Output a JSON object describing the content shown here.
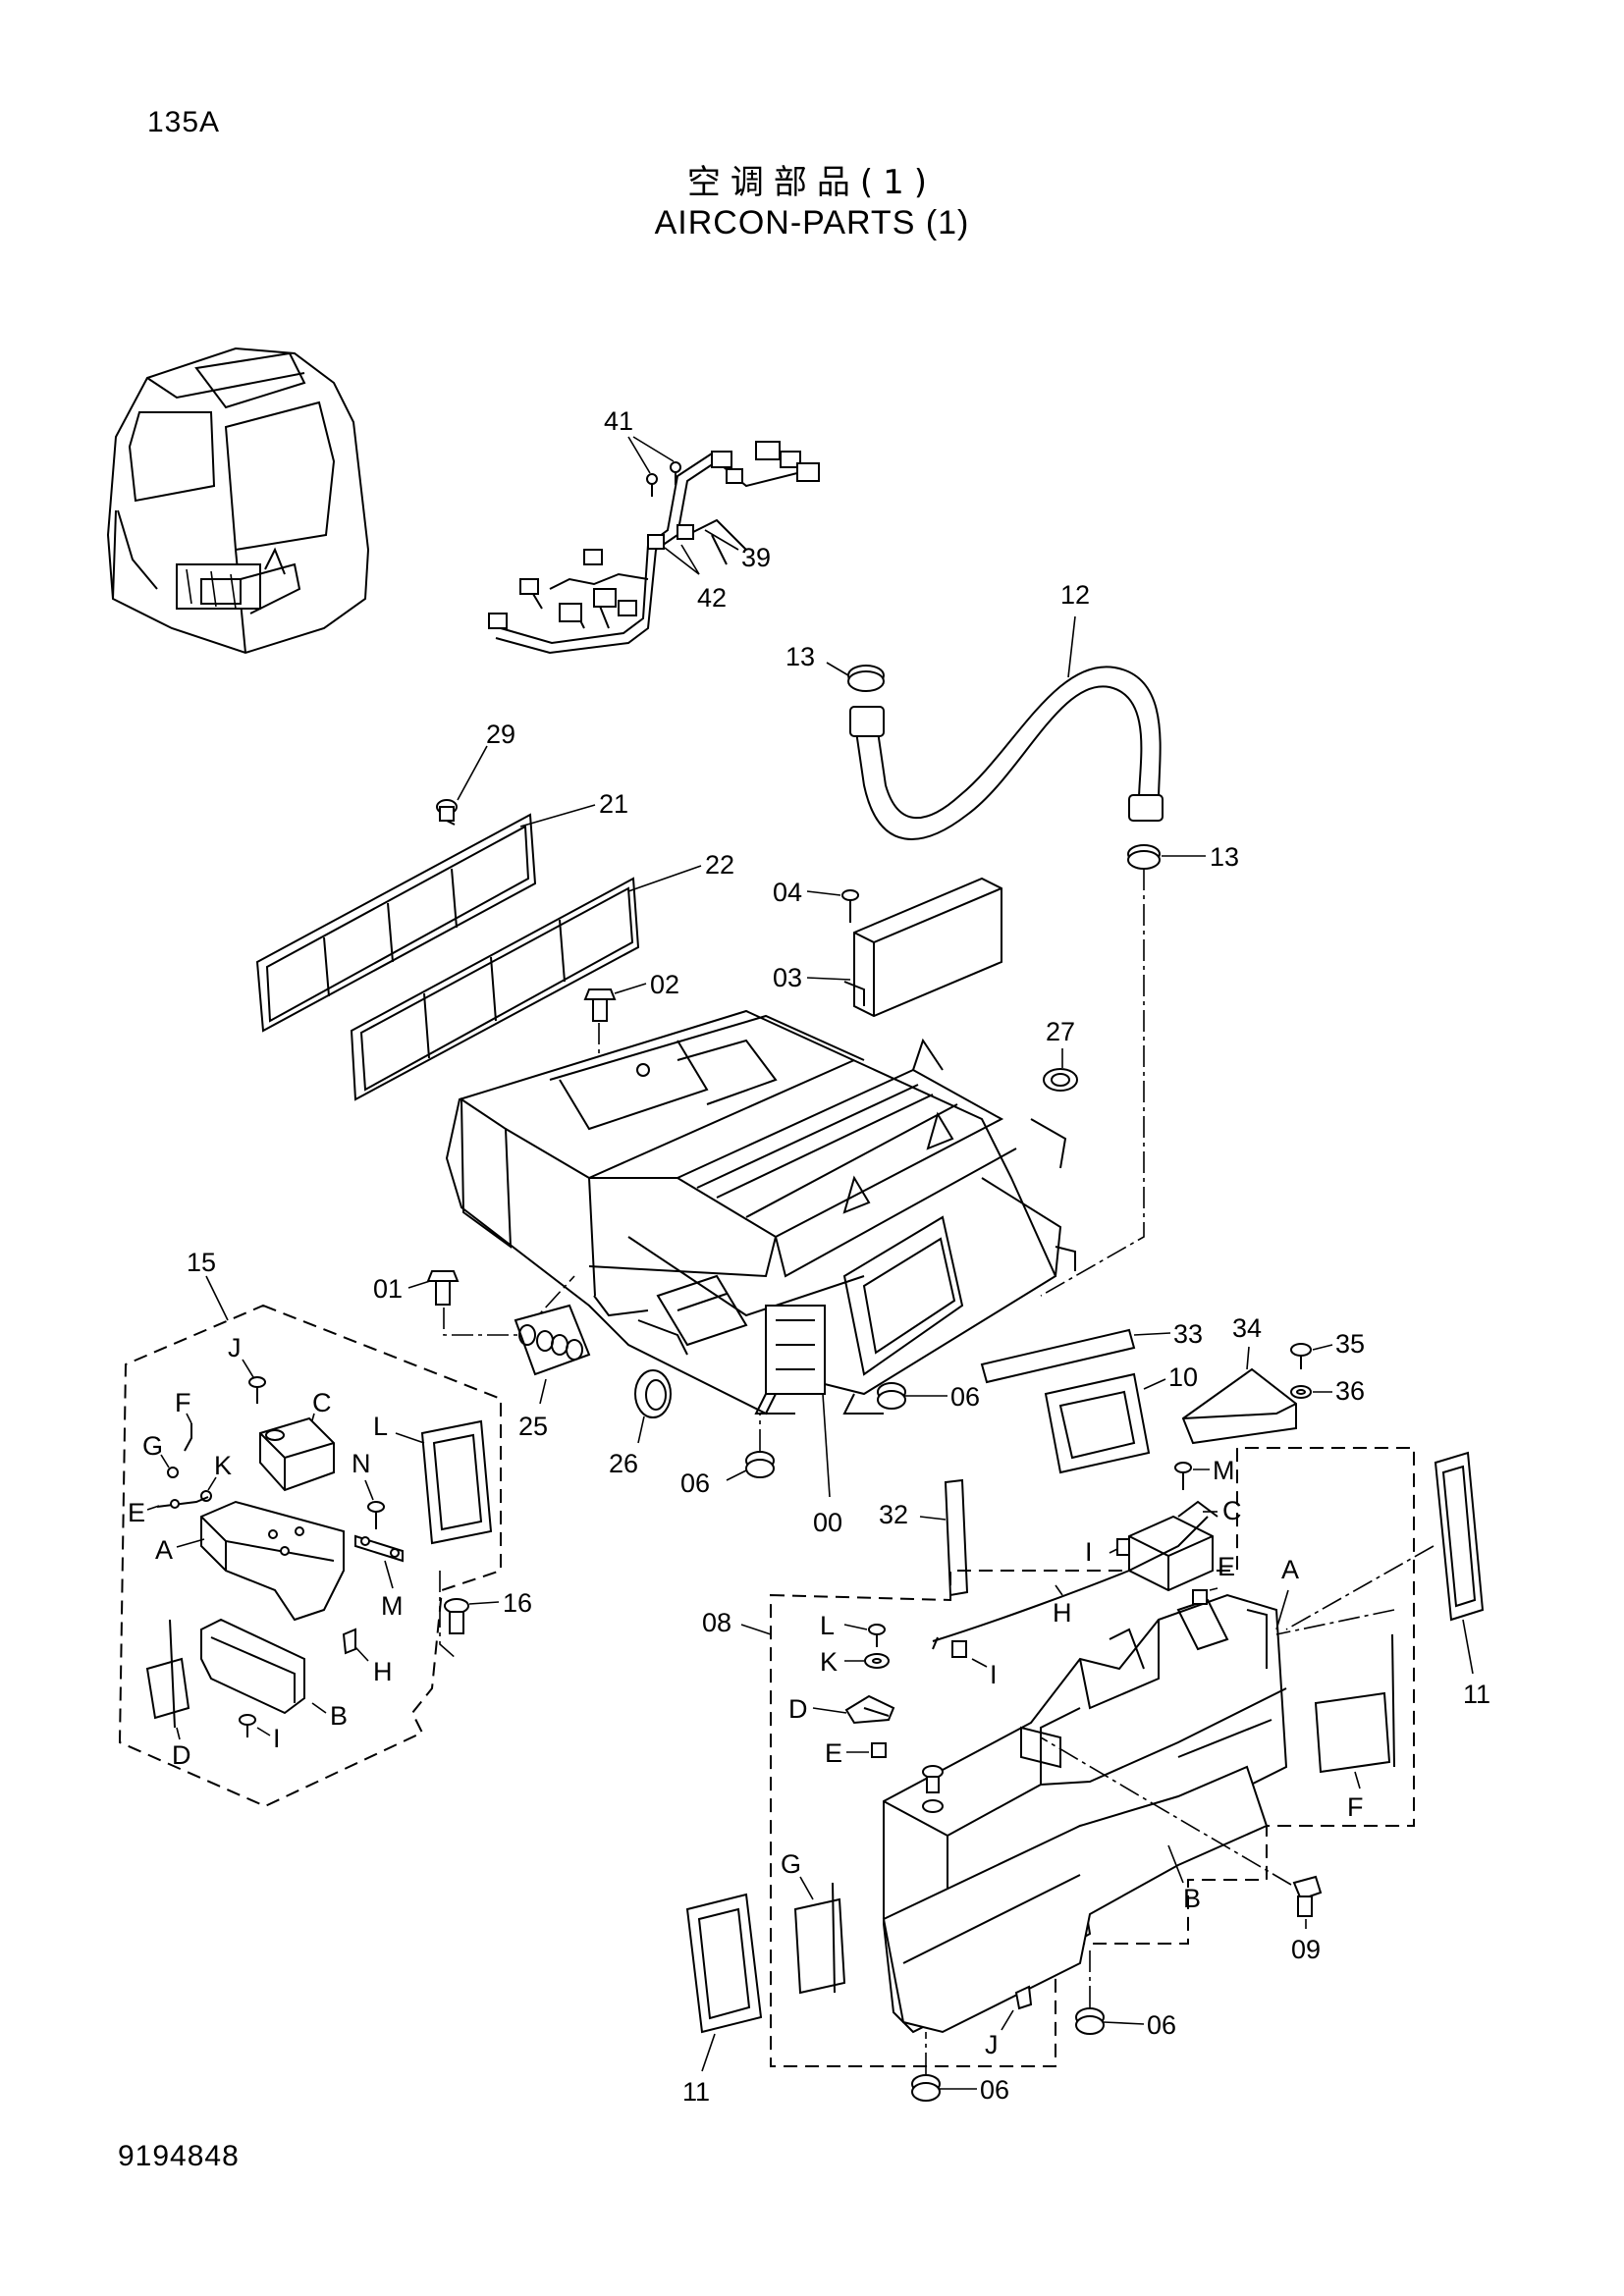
{
  "page_code": "135A",
  "title_cn": "空调部品(1)",
  "title_en": "AIRCON-PARTS (1)",
  "doc_number": "9194848",
  "callouts": {
    "c41": "41",
    "c39": "39",
    "c42": "42",
    "c12": "12",
    "c13a": "13",
    "c13b": "13",
    "c29": "29",
    "c21": "21",
    "c22": "22",
    "c04": "04",
    "c03": "03",
    "c02": "02",
    "c27": "27",
    "c15": "15",
    "c01": "01",
    "c25": "25",
    "c26": "26",
    "c06a": "06",
    "c06b": "06",
    "c00": "00",
    "c33": "33",
    "c34": "34",
    "c35": "35",
    "c36": "36",
    "c10": "10",
    "c32": "32",
    "c08": "08",
    "c16": "16",
    "c11a": "11",
    "c11b": "11",
    "c09": "09",
    "c06c": "06",
    "c06d": "06",
    "L_J": "J",
    "L_F": "F",
    "L_C": "C",
    "L_G": "G",
    "L_K": "K",
    "L_E": "E",
    "L_L": "L",
    "L_N": "N",
    "L_A": "A",
    "L_M": "M",
    "L_H": "H",
    "L_B": "B",
    "L_D": "D",
    "L_I": "I",
    "R_M": "M",
    "R_C": "C",
    "R_I": "I",
    "R_E": "E",
    "R_A": "A",
    "R_H": "H",
    "R_L": "L",
    "R_K": "K",
    "R_I2": "I",
    "R_D": "D",
    "R_E2": "E",
    "R_F": "F",
    "R_G": "G",
    "R_B": "B",
    "R_J": "J"
  }
}
